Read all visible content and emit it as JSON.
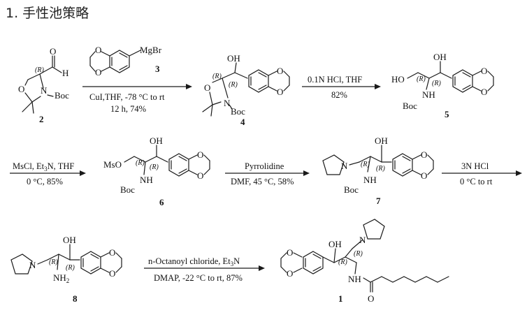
{
  "heading": "1. 手性池策略",
  "compounds": [
    {
      "number": "2"
    },
    {
      "number": "3",
      "reagent": "MgBr"
    },
    {
      "number": "4"
    },
    {
      "number": "5"
    },
    {
      "number": "6"
    },
    {
      "number": "7"
    },
    {
      "number": "8"
    },
    {
      "number": "1"
    }
  ],
  "labels": {
    "boc": "Boc",
    "h": "H",
    "o": "O",
    "n": "N",
    "nh": "NH",
    "oh": "OH",
    "ho": "HO",
    "mso": "MsO",
    "nh2": "NH",
    "nh2_sub": "2",
    "r": "(R)"
  },
  "steps": [
    {
      "id": "s1",
      "above": "",
      "below": [
        "CuI,THF, -78 °C to rt",
        "12 h, 74%"
      ]
    },
    {
      "id": "s2",
      "above": "0.1N HCl, THF",
      "below": [
        "82%"
      ]
    },
    {
      "id": "s3",
      "above_parts": [
        "MsCl, Et",
        "3",
        "N, THF"
      ],
      "below": [
        "0 °C, 85%"
      ]
    },
    {
      "id": "s4",
      "above": "Pyrrolidine",
      "below": [
        "DMF, 45 °C, 58%"
      ]
    },
    {
      "id": "s5",
      "above": "3N HCl",
      "below": [
        "0 °C to rt"
      ]
    },
    {
      "id": "s6",
      "above_parts": [
        "n-Octanoyl chloride, Et",
        "3",
        "N"
      ],
      "below": [
        "DMAP, -22 °C to rt, 87%"
      ]
    }
  ]
}
